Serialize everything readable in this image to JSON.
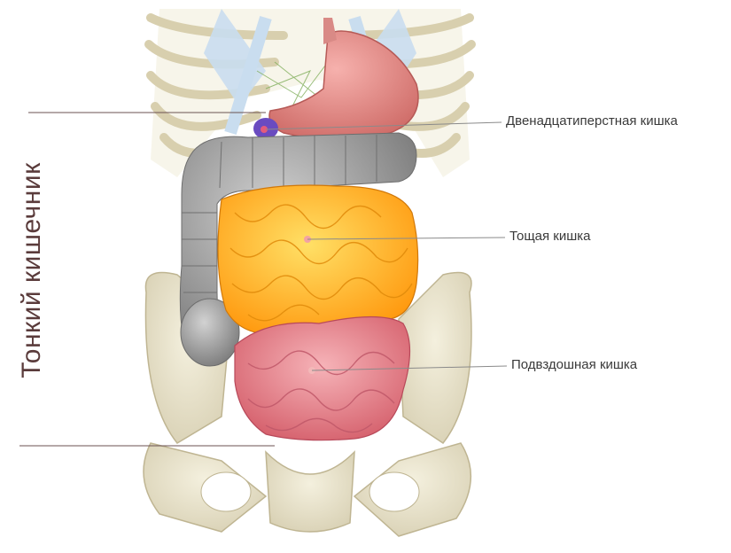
{
  "title": "Тонкий кишечник",
  "labels": {
    "duodenum": "Двенадцатиперстная кишка",
    "jejunum": "Тощая кишка",
    "ileum": "Подвздошная кишка"
  },
  "colors": {
    "bone": "#ece6cf",
    "cartilage": "#c9ddef",
    "stomach": "#e48a86",
    "colon": "#9a9a9a",
    "jejunum": "#ffb21a",
    "ileum": "#e8848c",
    "leader_line": "#6b5252"
  }
}
